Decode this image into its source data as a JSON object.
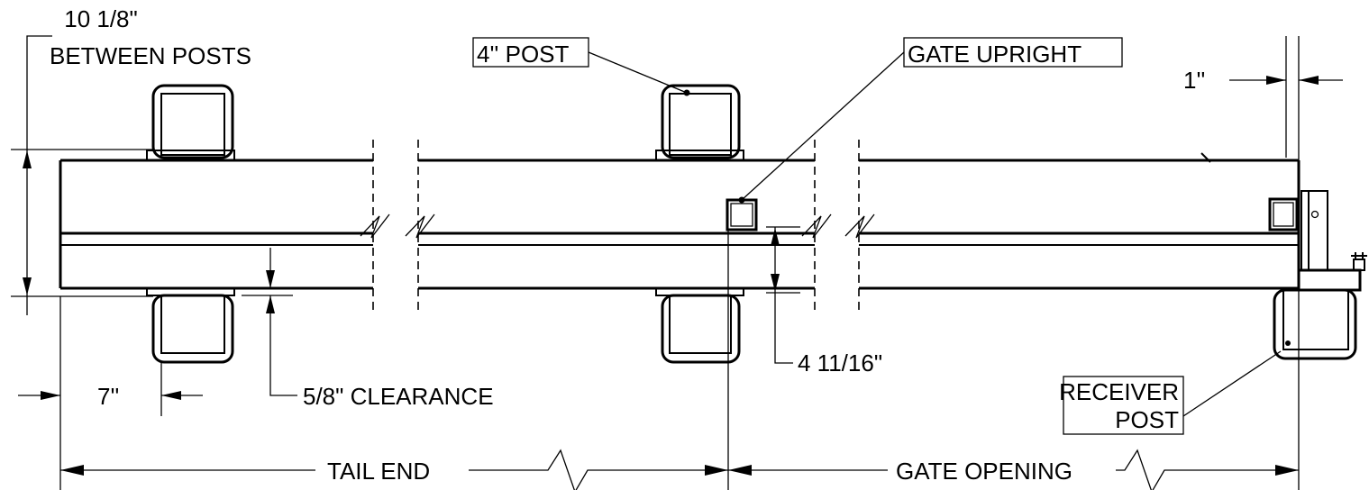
{
  "labels": {
    "between_posts_value": "10 1/8\"",
    "between_posts_text": "BETWEEN POSTS",
    "post": "4'' POST",
    "gate_upright": "GATE UPRIGHT",
    "one_inch": "1''",
    "seven_inch": "7''",
    "clearance": "5/8\" CLEARANCE",
    "height": "4 11/16\"",
    "receiver_line1": "RECEIVER",
    "receiver_line2": "POST",
    "tail_end": "TAIL END",
    "gate_opening": "GATE OPENING"
  }
}
